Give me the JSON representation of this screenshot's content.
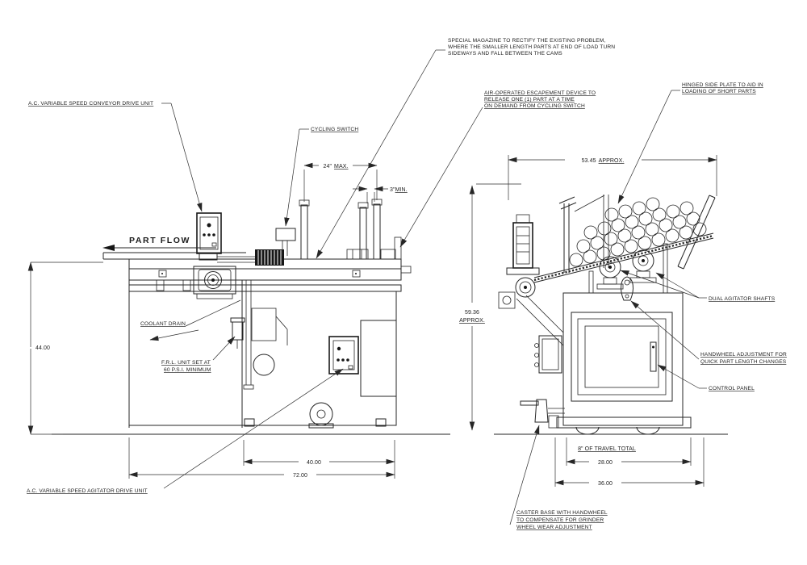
{
  "drawing": {
    "background": "#ffffff",
    "line_color": "#262626",
    "labels": {
      "special_magazine": [
        "SPECIAL MAGAZINE TO RECTIFY THE EXISTING PROBLEM,",
        "WHERE THE SMALLER LENGTH PARTS AT END OF LOAD TURN",
        "SIDEWAYS AND FALL BETWEEN THE CAMS"
      ],
      "ac_conveyor_drive": "A.C. VARIABLE SPEED CONVEYOR DRIVE UNIT",
      "cycling_switch": "CYCLING SWITCH",
      "air_escapement": [
        "AIR-OPERATED ESCAPEMENT DEVICE TO",
        "RELEASE ONE (1) PART AT A TIME",
        "ON DEMAND FROM CYCLING SWITCH"
      ],
      "hinged_plate": [
        "HINGED SIDE PLATE TO AID IN",
        "LOADING OF SHORT PARTS"
      ],
      "part_flow": "PART FLOW",
      "coolant_drain": "COOLANT DRAIN",
      "frl_unit": [
        "F.R.L. UNIT SET AT",
        "60 P.S.I. MINIMUM"
      ],
      "ac_agitator_drive": "A.C. VARIABLE SPEED AGITATOR DRIVE UNIT",
      "dual_agitator_shafts": "DUAL AGITATOR SHAFTS",
      "handwheel_adjustment": [
        "HANDWHEEL ADJUSTMENT FOR",
        "QUICK PART LENGTH CHANGES"
      ],
      "control_panel": "CONTROL PANEL",
      "caster_base": [
        "CASTER BASE WITH HANDWHEEL",
        "TO COMPENSATE FOR GRINDER",
        "WHEEL WEAR ADJUSTMENT"
      ]
    },
    "dims": {
      "w24": {
        "v": "24\"",
        "u": "MAX."
      },
      "g3": {
        "v": "3\"",
        "u": "MIN."
      },
      "w5345": {
        "v": "53.45",
        "u": "APPROX."
      },
      "h5936": {
        "v": "59.36",
        "u": "APPROX."
      },
      "h44": "44.00",
      "w40": "40.00",
      "w72": "72.00",
      "travel": "8\" OF TRAVEL TOTAL",
      "w28": "28.00",
      "w36": "36.00"
    }
  }
}
